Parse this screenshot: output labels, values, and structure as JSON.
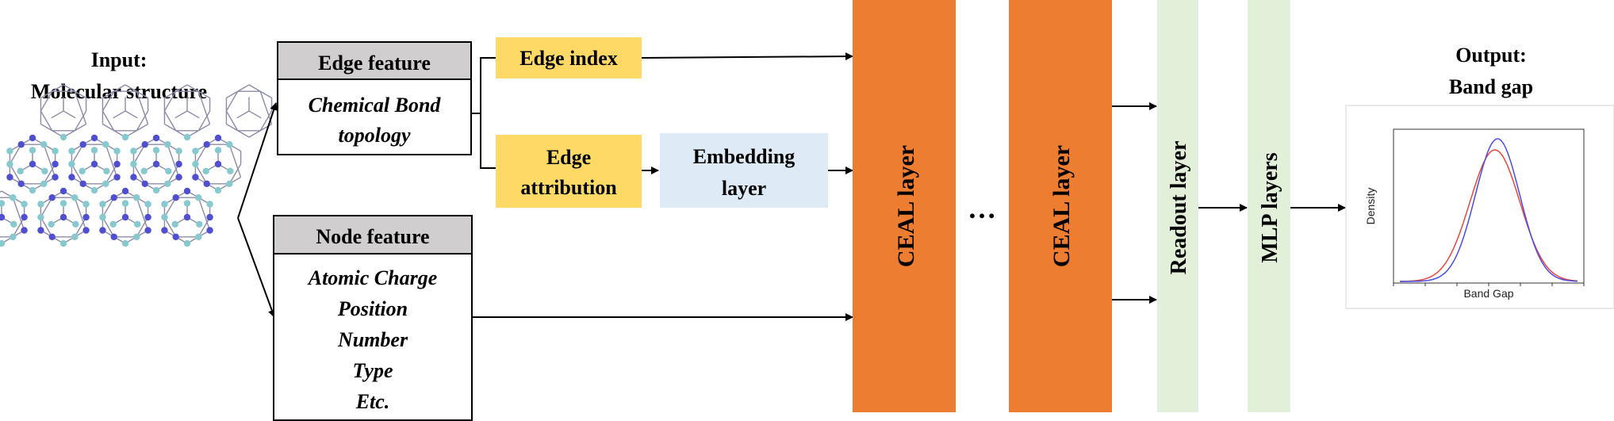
{
  "input": {
    "line1": "Input:",
    "line2": "Molecular structure"
  },
  "edge_feature": {
    "header": "Edge feature",
    "body": [
      "Chemical Bond",
      "topology"
    ]
  },
  "node_feature": {
    "header": "Node feature",
    "body": [
      "Atomic Charge",
      "Position",
      "Number",
      "Type",
      "Etc."
    ]
  },
  "edge_index": "Edge index",
  "edge_attribution": [
    "Edge",
    "attribution"
  ],
  "embedding_layer": [
    "Embedding",
    "layer"
  ],
  "ceal_layer_1": "CEAL layer",
  "ellipsis": "…",
  "ceal_layer_2": "CEAL layer",
  "readout_layer": "Readout layer",
  "mlp_layers": "MLP layers",
  "output": {
    "line1": "Output:",
    "line2": "Band gap"
  },
  "density_plot": {
    "xlabel": "Band Gap",
    "ylabel": "Density"
  },
  "colors": {
    "ceal": "#ED7D31",
    "edge_yellow": "#FFD966",
    "embedding_blue": "#DEEBF7",
    "green_layer": "#E2F0D9",
    "header_grey": "#D0CECE",
    "atom_n": "#4F4FD0",
    "atom_c": "#86C9CF",
    "curve_red": "#E8473C",
    "curve_blue": "#4B4BE6"
  }
}
